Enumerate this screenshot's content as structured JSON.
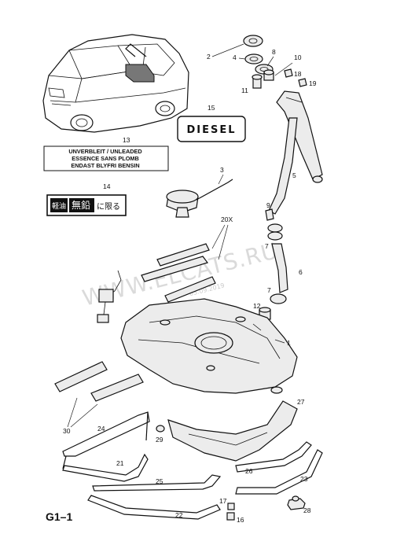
{
  "diagram_code": "G1–1",
  "watermark": {
    "text": "WWW.ELCATS.RU",
    "date": "03.09.2019"
  },
  "labels": {
    "unleaded": [
      "UNVERBLEIT / UNLEADED",
      "ESSENCE SANS PLOMB",
      "ENDAST BLYFRI BENSIN"
    ],
    "diesel": "DIESEL",
    "japanese": {
      "left": "軽油",
      "middle": "無鉛",
      "right": "に限る"
    }
  },
  "callouts": {
    "c1": "1",
    "c2": "2",
    "c3": "3",
    "c4": "4",
    "c5": "5",
    "c6": "6",
    "c7a": "7",
    "c7b": "7",
    "c8": "8",
    "c9": "9",
    "c10": "10",
    "c11": "11",
    "c12": "12",
    "c13": "13",
    "c14": "14",
    "c15": "15",
    "c16": "16",
    "c17": "17",
    "c18": "18",
    "c19": "19",
    "c20": "20X",
    "c21": "21",
    "c22": "22",
    "c23": "23",
    "c24": "24",
    "c25": "25",
    "c26": "26",
    "c27": "27",
    "c28": "28",
    "c29": "29",
    "c30": "30"
  }
}
